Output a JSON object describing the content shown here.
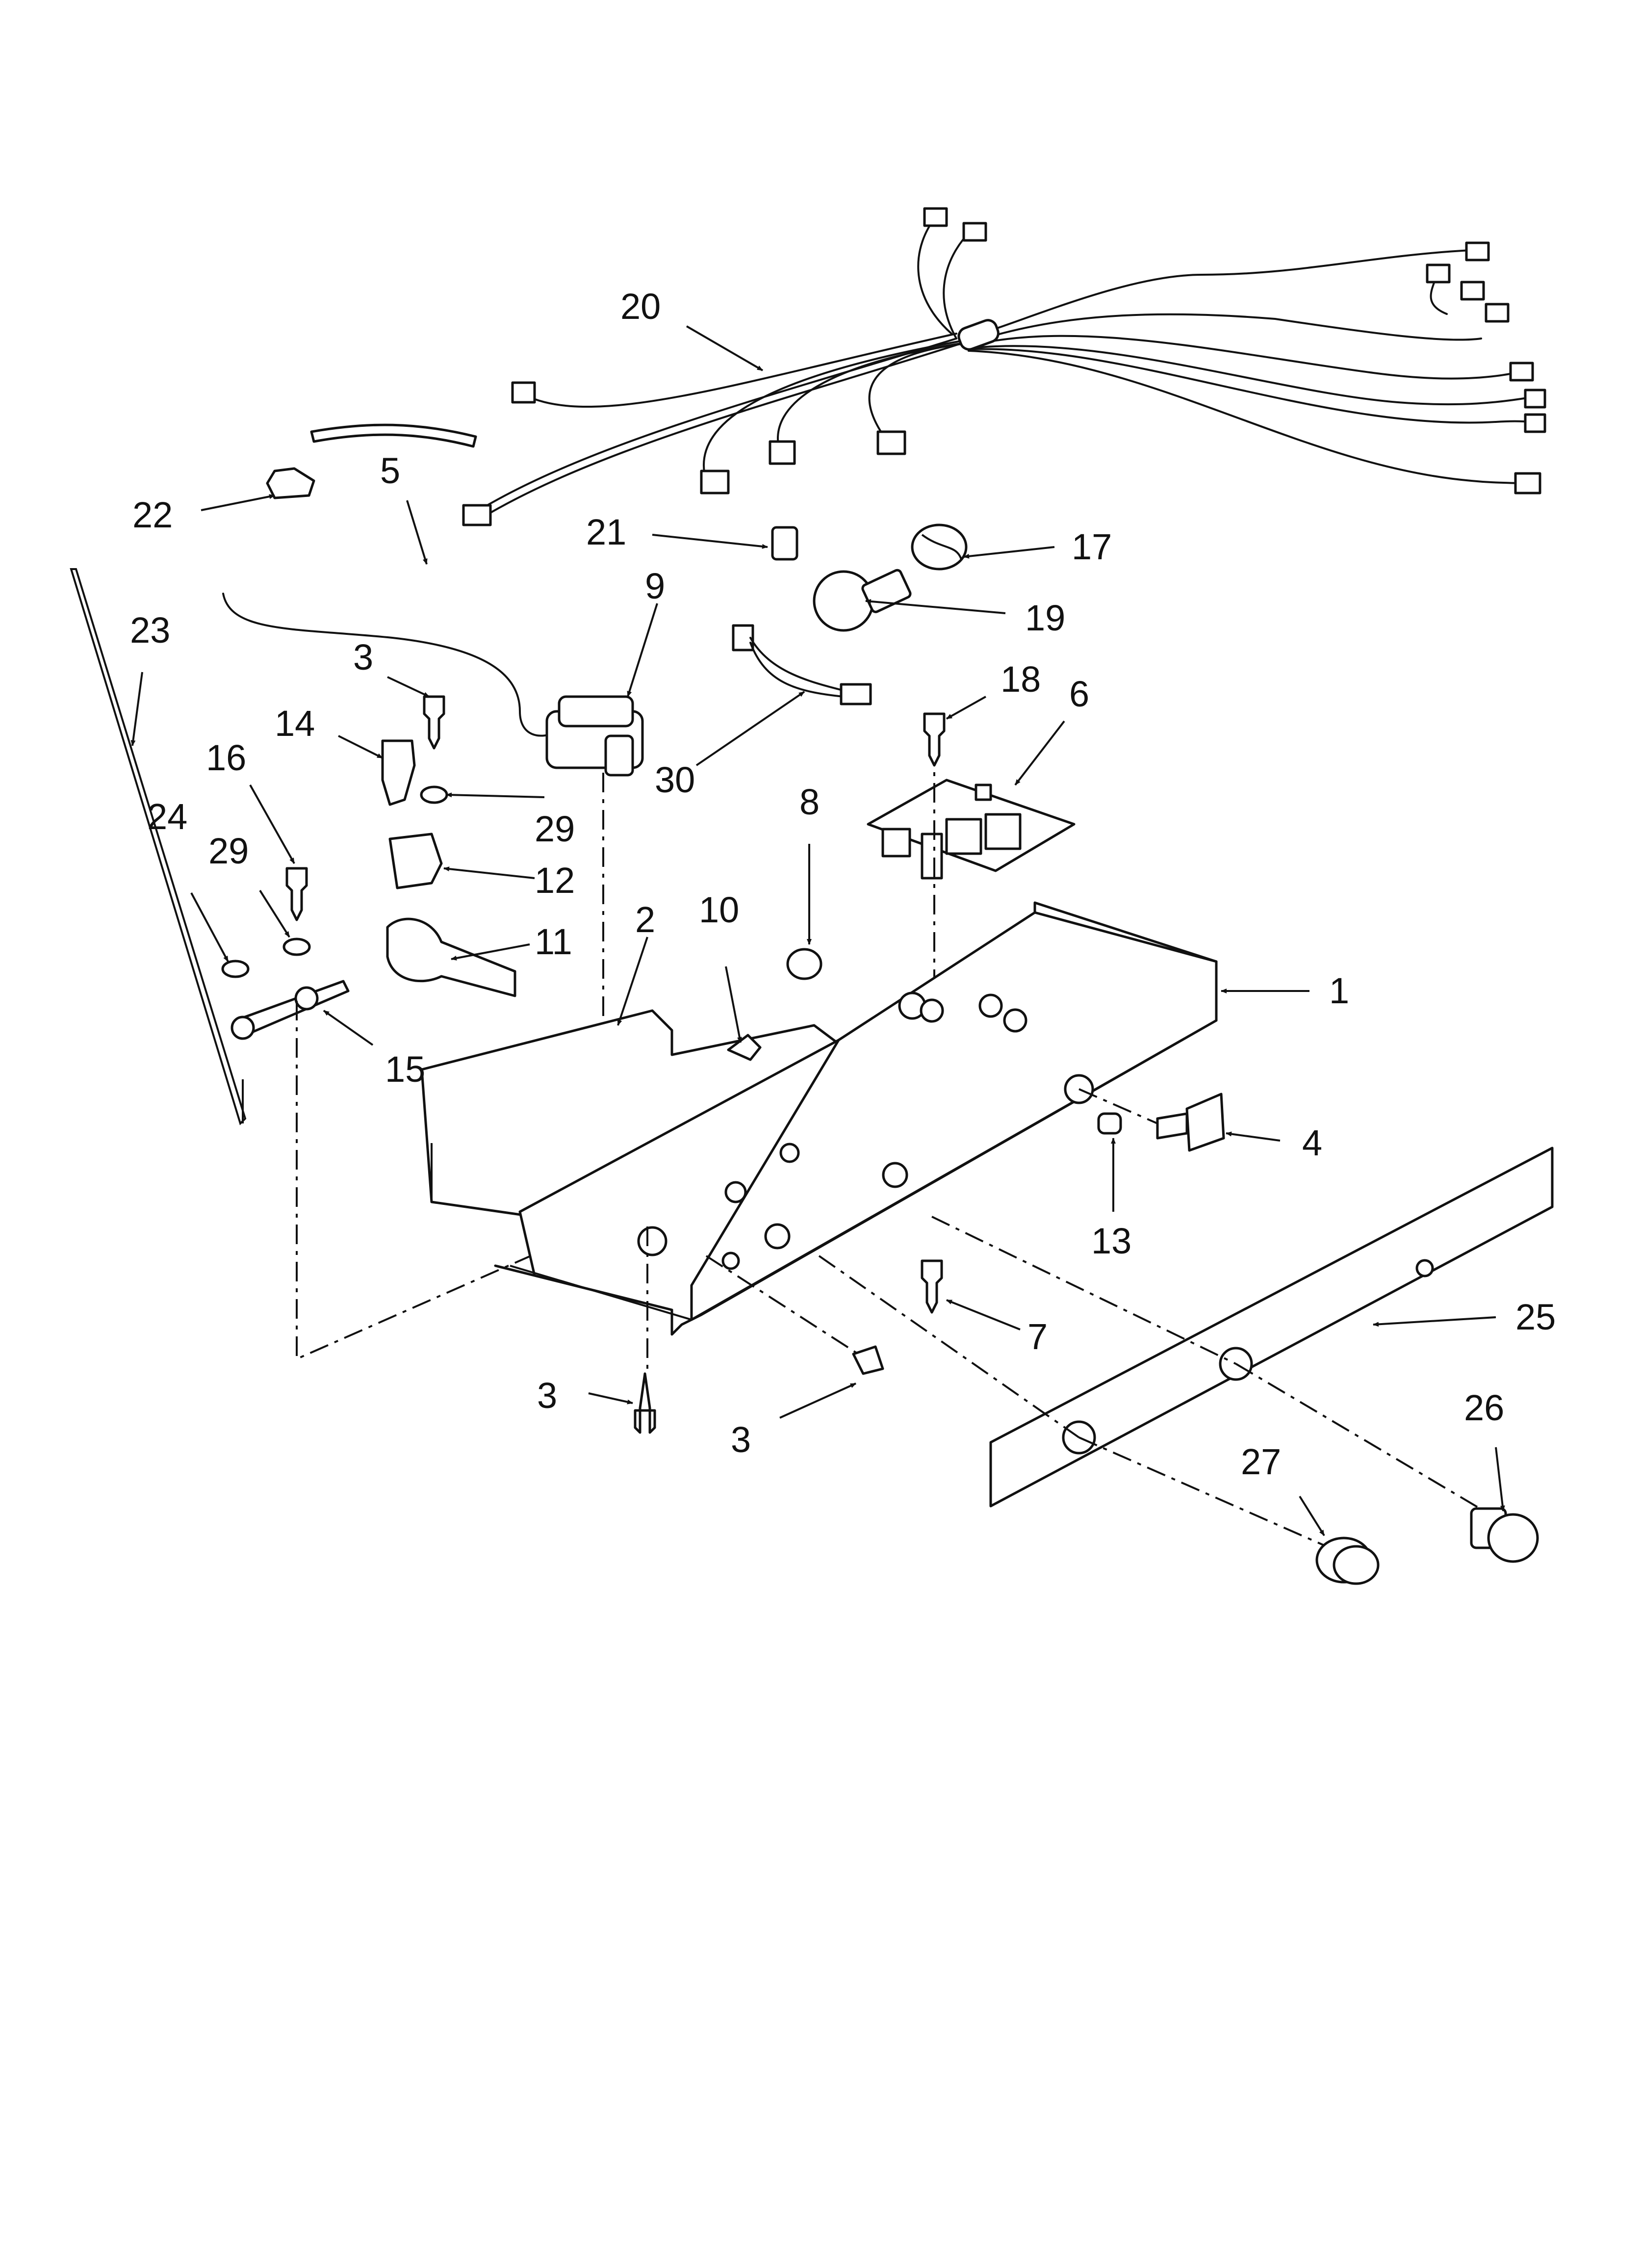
{
  "callouts": {
    "c1": "1",
    "c2": "2",
    "c3a": "3",
    "c3b": "3",
    "c3c": "3",
    "c4": "4",
    "c5": "5",
    "c6": "6",
    "c7": "7",
    "c8": "8",
    "c9": "9",
    "c10": "10",
    "c11": "11",
    "c12": "12",
    "c13": "13",
    "c14": "14",
    "c15": "15",
    "c16": "16",
    "c17": "17",
    "c18": "18",
    "c19": "19",
    "c20": "20",
    "c21": "21",
    "c22": "22",
    "c23": "23",
    "c24": "24",
    "c25": "25",
    "c26": "26",
    "c27": "27",
    "c29a": "29",
    "c29b": "29",
    "c30": "30"
  }
}
